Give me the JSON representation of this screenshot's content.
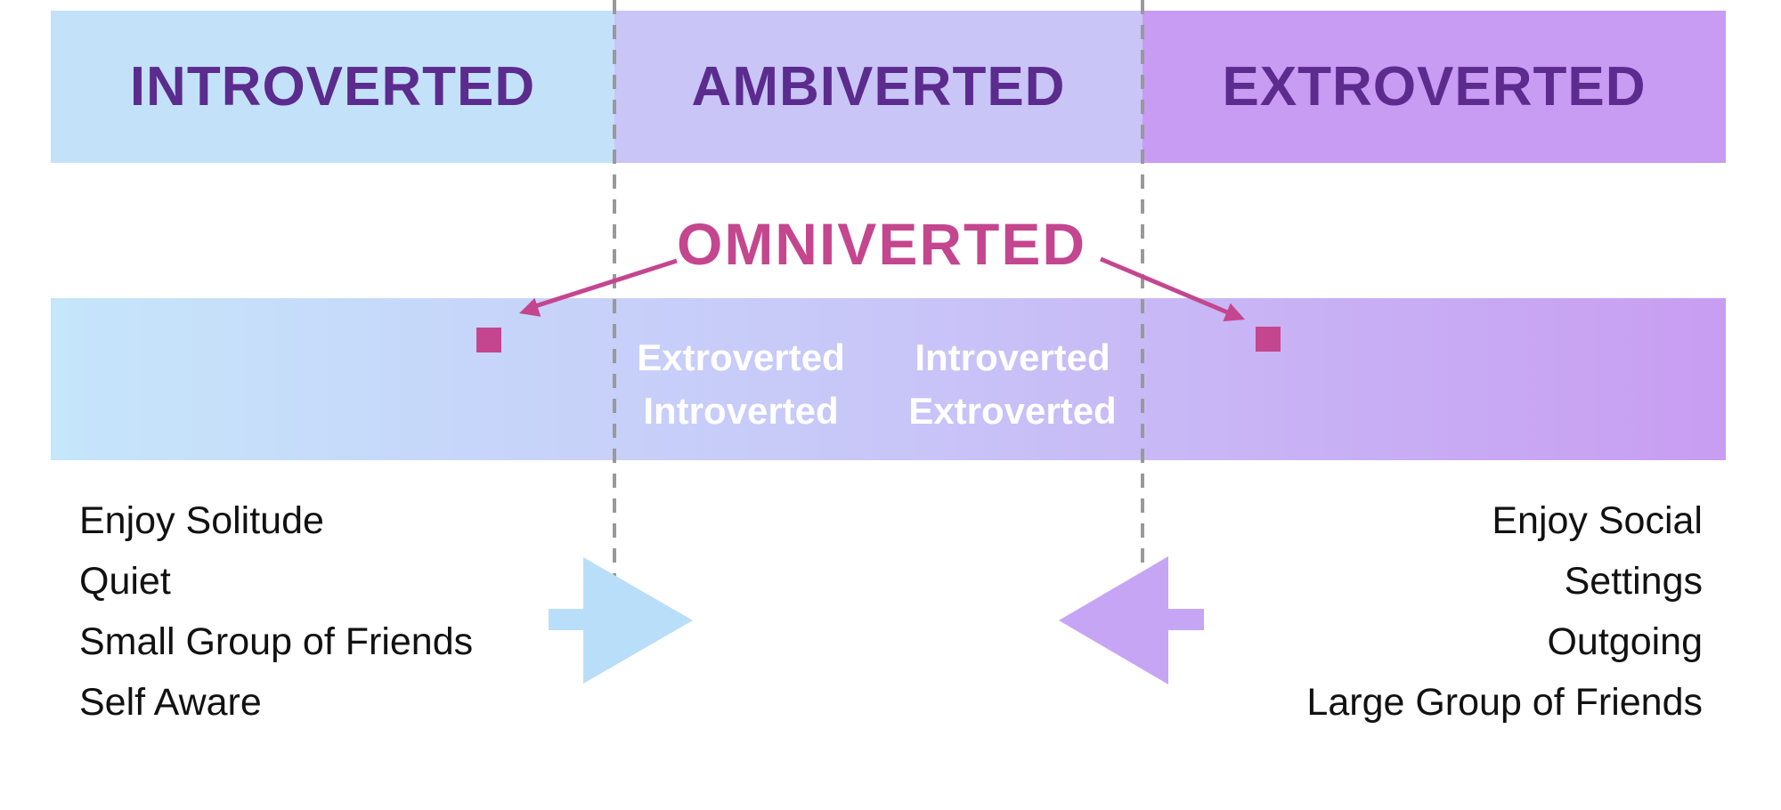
{
  "header": {
    "segments": [
      {
        "label": "INTROVERTED"
      },
      {
        "label": "AMBIVERTED"
      },
      {
        "label": "EXTROVERTED"
      }
    ]
  },
  "omniverted": {
    "label": "OMNIVERTED"
  },
  "spectrum_bar": {
    "columns": [
      {
        "line1": "Extroverted",
        "line2": "Introverted"
      },
      {
        "line1": "Introverted",
        "line2": "Extroverted"
      }
    ]
  },
  "left_list": {
    "items": [
      "Enjoy Solitude",
      "Quiet",
      "Small Group of Friends",
      "Self Aware"
    ]
  },
  "right_list": {
    "items": [
      "Enjoy Social",
      "Settings",
      "Outgoing",
      "Large Group of Friends"
    ]
  },
  "colors": {
    "intro-bg": "#c3e2fa",
    "ambi-bg": "#c9c5f7",
    "extro-bg": "#c79cf2",
    "header-text": "#5b2b8e",
    "pink": "#c4468e",
    "bar-grad-start": "#c5e6fb",
    "bar-grad-mid": "#c8c6f8",
    "bar-grad-end": "#c89df2",
    "bar-text": "#ffffff",
    "blue-arrow": "#b9def9",
    "purple-arrow": "#c6a6f4",
    "dash": "#999999",
    "list-text": "#111111"
  }
}
